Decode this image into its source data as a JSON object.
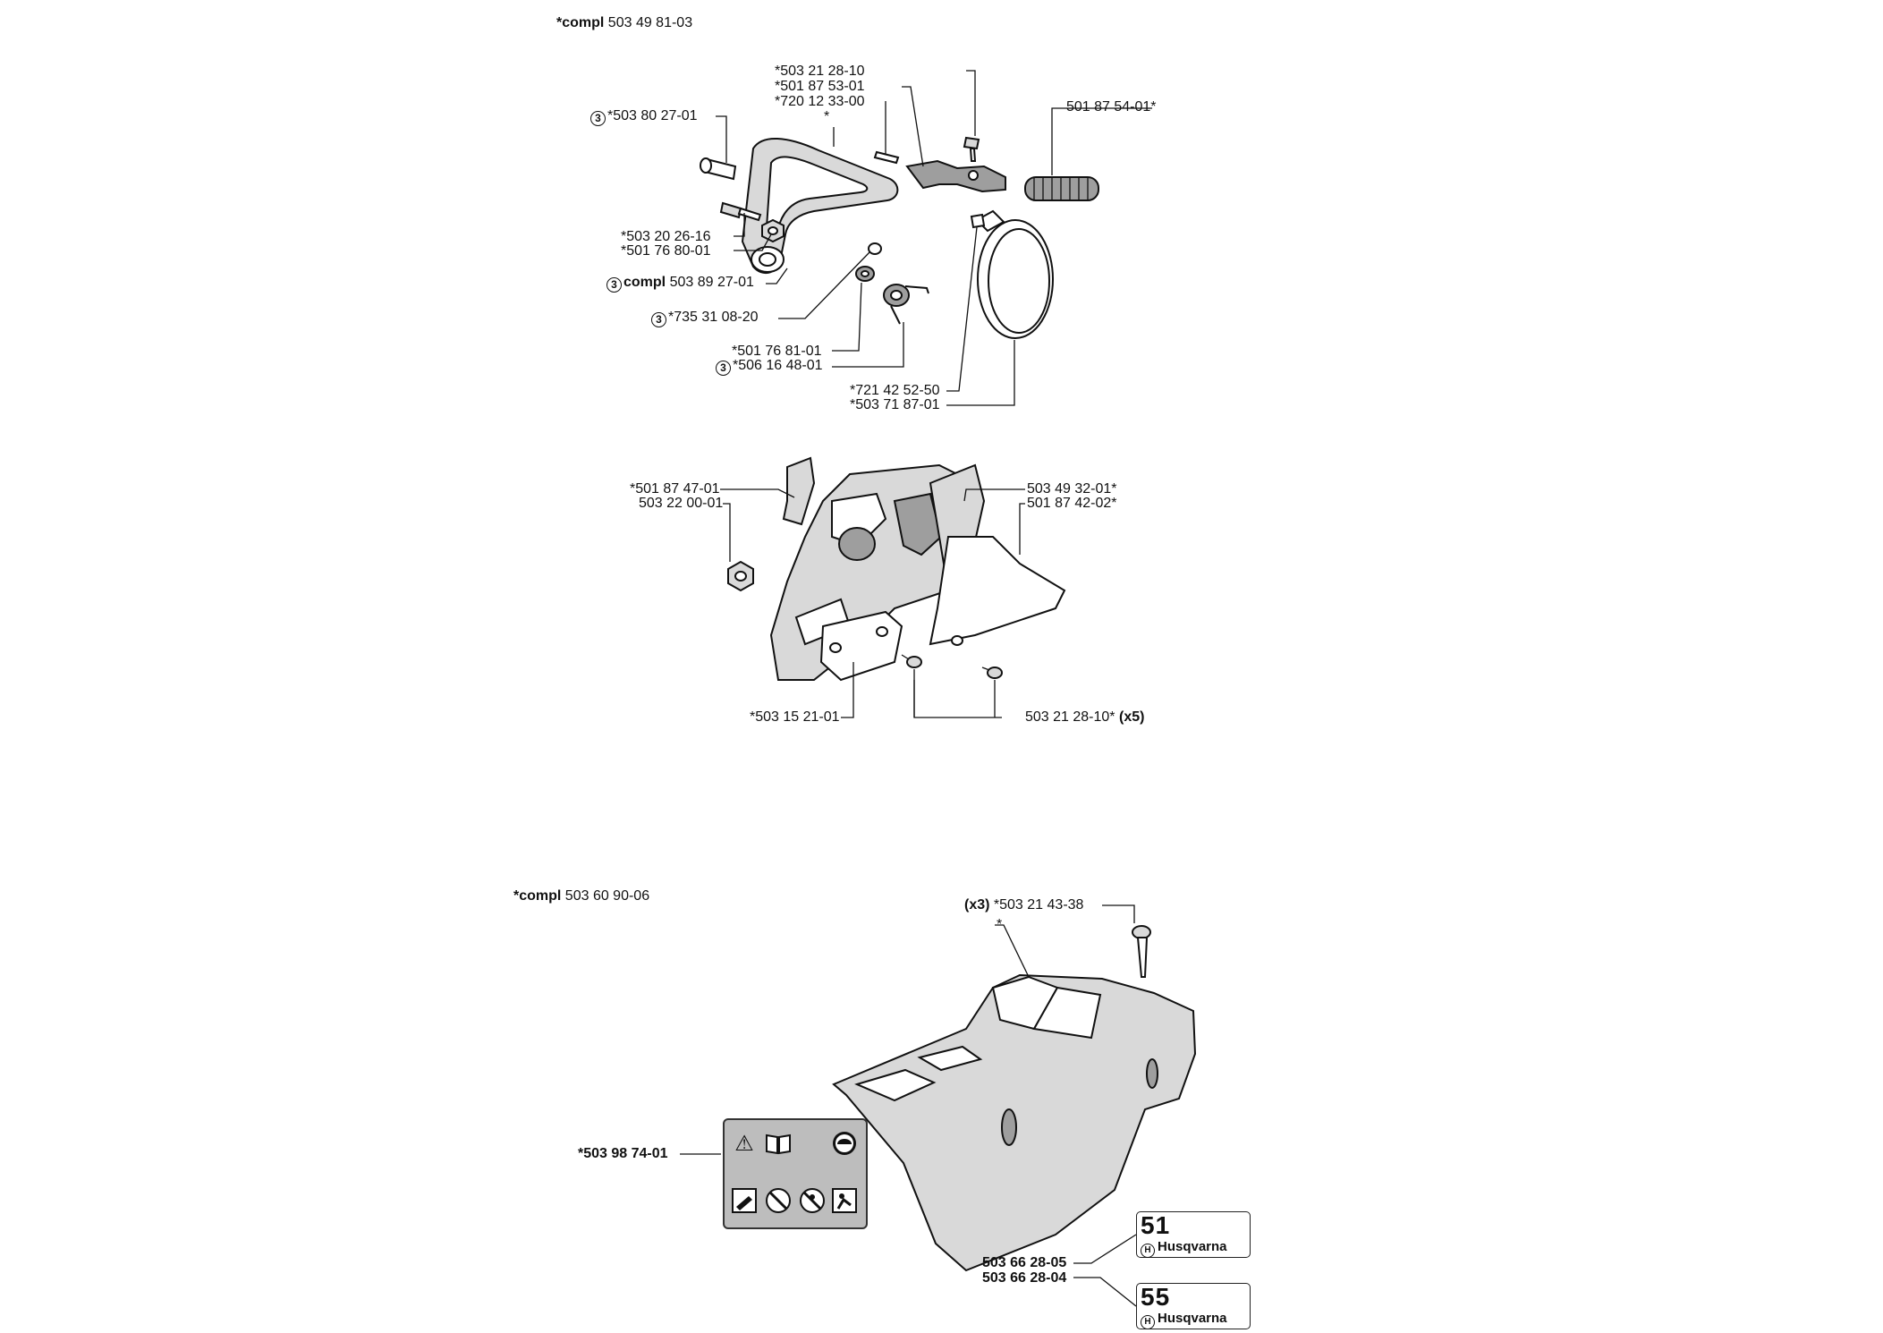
{
  "group1": {
    "heading_prefix": "*compl",
    "heading_number": "503 49 81-03",
    "labels": {
      "p1": "*503 21 28-10",
      "p2": "*501 87 53-01",
      "p3": "*720 12 33-00",
      "p4": "*",
      "p5_circle": "3",
      "p5": "*503 80 27-01",
      "p6": "501 87 54-01*",
      "p7": "*503 20 26-16",
      "p8": "*501 76 80-01",
      "p9_circle": "3",
      "p9_prefix": "compl",
      "p9": "503 89 27-01",
      "p10_circle": "3",
      "p10": "*735 31 08-20",
      "p11": "*501 76 81-01",
      "p12_circle": "3",
      "p12": "*506 16 48-01",
      "p13": "*721 42 52-50",
      "p14": "*503 71 87-01"
    }
  },
  "group2": {
    "labels": {
      "q1": "*501 87 47-01",
      "q2": "503 22 00-01",
      "q3": "503 49 32-01*",
      "q4": "501 87 42-02*",
      "q5": "*503 15 21-01",
      "q6": "503 21 28-10*",
      "q6_qty": "(x5)"
    }
  },
  "group3": {
    "heading_prefix": "*compl",
    "heading_number": "503 60 90-06",
    "labels": {
      "r1_qty": "(x3)",
      "r1": "*503 21 43-38",
      "r2": "*",
      "r3": "*503 98 74-01",
      "r4": "503 66 28-05",
      "r5": "503 66 28-04"
    },
    "badges": [
      {
        "number": "51",
        "brand": "Husqvarna"
      },
      {
        "number": "55",
        "brand": "Husqvarna"
      }
    ],
    "decal_icons": [
      "warning-triangle-icon",
      "manual-book-icon",
      "helmet-icon",
      "kickback-icon",
      "no-one-hand-icon",
      "no-bystanders-icon",
      "chainsaw-grip-icon"
    ]
  }
}
